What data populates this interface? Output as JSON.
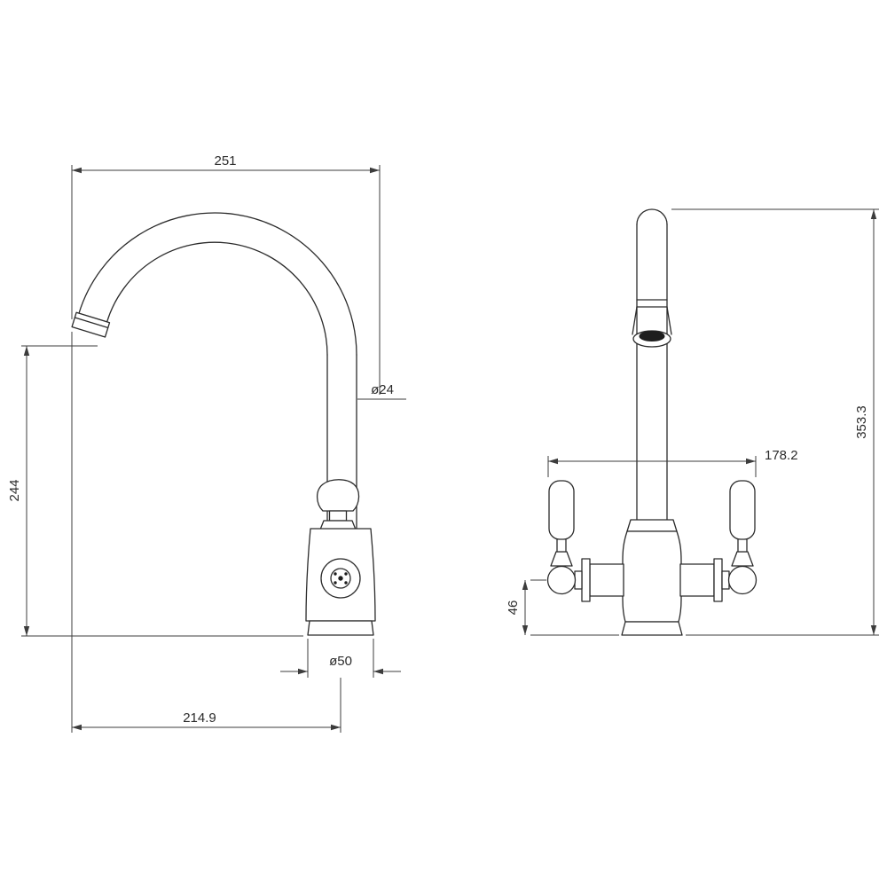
{
  "drawing": {
    "type": "orthographic technical drawing",
    "subject": "monobloc kitchen mixer tap, side and front elevations"
  },
  "side_view": {
    "dim_spout_width": "251",
    "dim_height_to_outlet": "244",
    "dim_spout_tube_diameter": "ø24",
    "dim_base_diameter": "ø50",
    "dim_outlet_reach": "214.9"
  },
  "front_view": {
    "dim_handle_span": "178.2",
    "dim_overall_height": "353.3",
    "dim_handle_axis_height": "46"
  }
}
